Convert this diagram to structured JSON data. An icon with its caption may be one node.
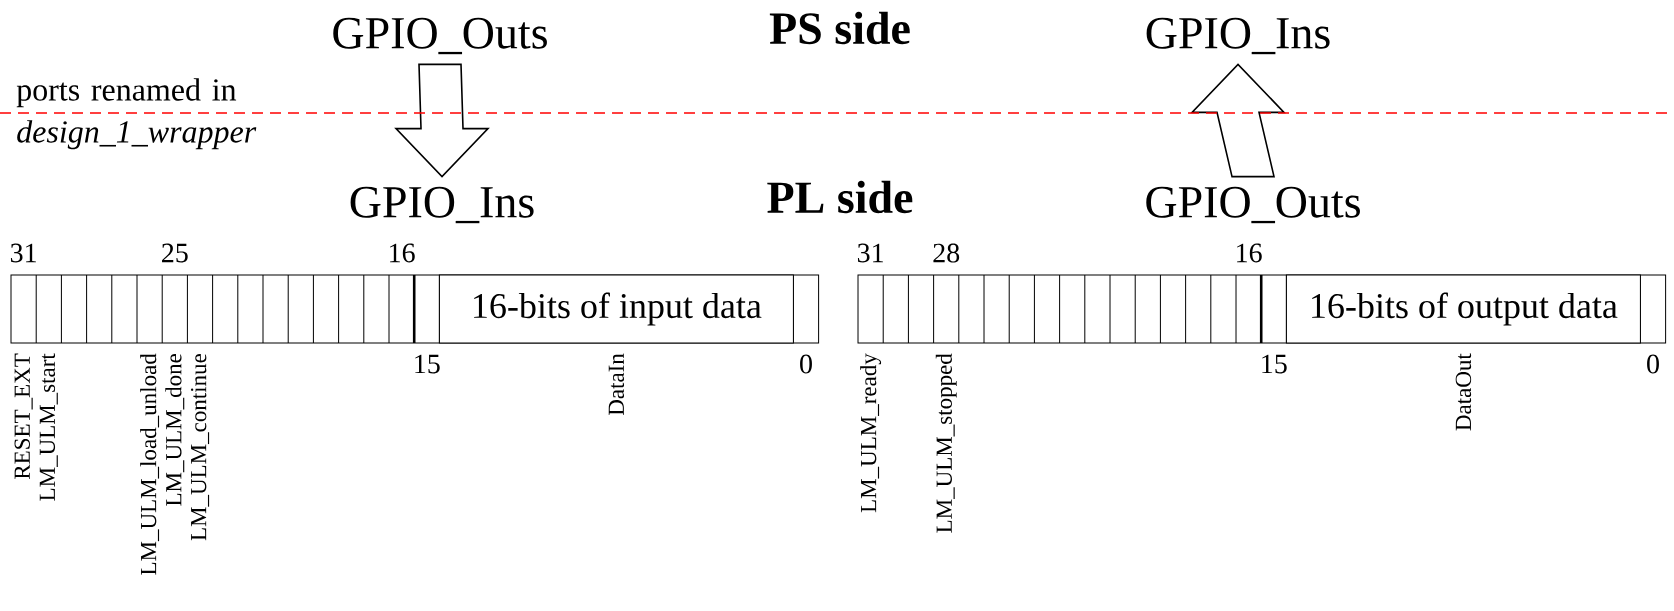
{
  "diagram": {
    "nodes": [
      {
        "text": [
          "GPIO_Outs"
        ]
      },
      {
        "text": [
          "GPIO_Ins"
        ]
      },
      {
        "text": [
          "16-bits of input data"
        ]
      },
      {
        "text": [
          "GPIO_Ins"
        ]
      },
      {
        "text": [
          "GPIO_Outs"
        ]
      },
      {
        "text": [
          "16-bits of output data"
        ]
      }
    ],
    "edges": [
      {
        "from": 0,
        "to": 1,
        "arrow": "to"
      },
      {
        "from": 4,
        "to": 3,
        "arrow": "to"
      }
    ],
    "labels": [
      "PS side",
      "ports renamed in *design_1_wrapper*",
      "PL side",
      "31",
      "25",
      "16",
      "15",
      "0",
      "RESET_EXT",
      "LM_ULM_start",
      "LM_ULM_load_unload",
      "LM_ULM_done",
      "LM_ULM_continue",
      "DataIn",
      "31",
      "28",
      "16",
      "15",
      "0",
      "LM_ULM_ready",
      "LM_ULM_stopped",
      "DataOut"
    ]
  }
}
